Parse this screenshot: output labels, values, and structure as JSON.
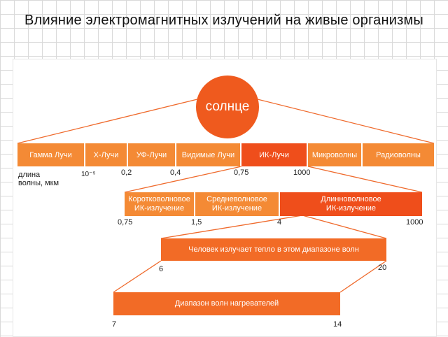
{
  "title": "Влияние электромагнитных излучений на живые организмы",
  "sun_label": "солнце",
  "wavelength_label": [
    "длина",
    "волны, мкм"
  ],
  "spectrum": [
    {
      "label": "Гамма Лучи",
      "highlight": false
    },
    {
      "label": "Х-Лучи",
      "highlight": false
    },
    {
      "label": "УФ-Лучи",
      "highlight": false
    },
    {
      "label": "Видимые Лучи",
      "highlight": false
    },
    {
      "label": "ИК-Лучи",
      "highlight": true
    },
    {
      "label": "Микроволны",
      "highlight": false
    },
    {
      "label": "Радиоволны",
      "highlight": false
    }
  ],
  "spectrum_ticks": [
    "10⁻⁵",
    "0,2",
    "0,4",
    "0,75",
    "1000"
  ],
  "ir_subtypes": [
    {
      "line1": "Коротковолновое",
      "line2": "ИК-излучение"
    },
    {
      "line1": "Средневолновое",
      "line2": "ИК-излучение"
    },
    {
      "line1": "Длинноволновое",
      "line2": "ИК-излучение"
    }
  ],
  "ir_ticks": [
    "0,75",
    "1,5",
    "4",
    "1000"
  ],
  "human_box": "Человек излучает тепло в этом диапазоне волн",
  "human_ticks": [
    "6",
    "20"
  ],
  "heater_box": "Диапазон волн нагревателей",
  "heater_ticks": [
    "7",
    "14"
  ],
  "colors": {
    "sun": "#ef5a1e",
    "band": "#f48a35",
    "band_highlight": "#ef4e1b",
    "box": "#f26b26"
  }
}
